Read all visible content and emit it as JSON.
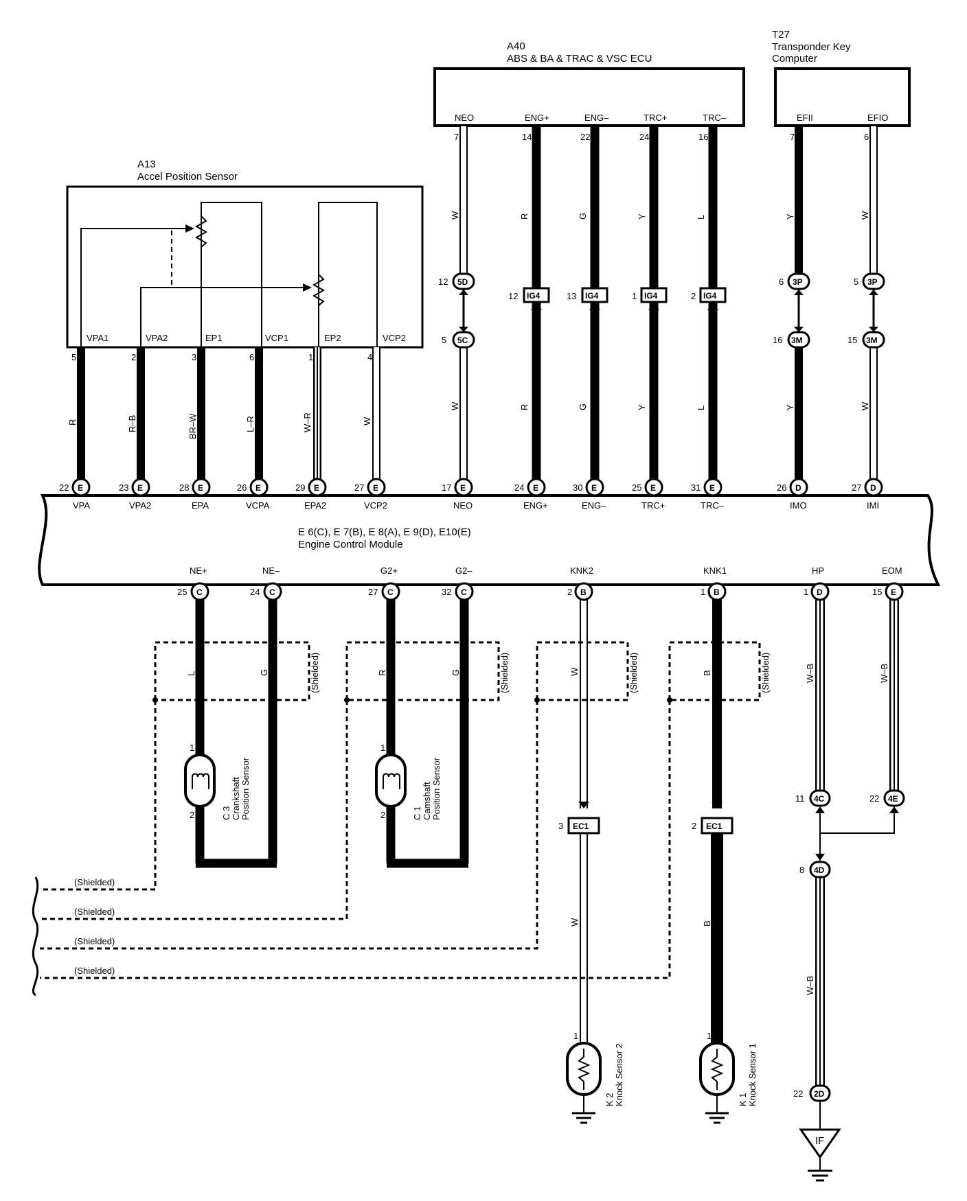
{
  "components": {
    "a40": {
      "id": "A40",
      "name": "ABS & BA & TRAC & VSC ECU"
    },
    "t27": {
      "id": "T27",
      "name_line1": "Transponder Key",
      "name_line2": "Computer"
    },
    "a13": {
      "id": "A13",
      "name": "Accel Position Sensor"
    },
    "ecm": {
      "id": "E 6(C), E 7(B), E 8(A), E 9(D), E10(E)",
      "name": "Engine Control Module"
    },
    "c3": {
      "id": "C 3",
      "name_line1": "Crankshaft",
      "name_line2": "Position Sensor"
    },
    "c1": {
      "id": "C 1",
      "name_line1": "Camshaft",
      "name_line2": "Position Sensor"
    },
    "k2": {
      "id": "K 2",
      "name": "Knock Sensor 2"
    },
    "k1": {
      "id": "K 1",
      "name": "Knock Sensor 1"
    },
    "ground": {
      "label": "IF"
    }
  },
  "a40_pins": [
    {
      "pin": "7",
      "label": "NEO"
    },
    {
      "pin": "14",
      "label": "ENG+"
    },
    {
      "pin": "22",
      "label": "ENG–"
    },
    {
      "pin": "24",
      "label": "TRC+"
    },
    {
      "pin": "16",
      "label": "TRC–"
    }
  ],
  "t27_pins": [
    {
      "pin": "7",
      "label": "EFII"
    },
    {
      "pin": "6",
      "label": "EFIO"
    }
  ],
  "a13_pins": [
    {
      "pin": "5",
      "label": "VPA1"
    },
    {
      "pin": "2",
      "label": "VPA2"
    },
    {
      "pin": "3",
      "label": "EP1"
    },
    {
      "pin": "6",
      "label": "VCP1"
    },
    {
      "pin": "1",
      "label": "EP2"
    },
    {
      "pin": "4",
      "label": "VCP2"
    }
  ],
  "ecm_top_pins": [
    {
      "pin": "22",
      "conn": "E",
      "label": "VPA"
    },
    {
      "pin": "23",
      "conn": "E",
      "label": "VPA2"
    },
    {
      "pin": "28",
      "conn": "E",
      "label": "EPA"
    },
    {
      "pin": "26",
      "conn": "E",
      "label": "VCPA"
    },
    {
      "pin": "29",
      "conn": "E",
      "label": "EPA2"
    },
    {
      "pin": "27",
      "conn": "E",
      "label": "VCP2"
    },
    {
      "pin": "17",
      "conn": "E",
      "label": "NEO"
    },
    {
      "pin": "24",
      "conn": "E",
      "label": "ENG+"
    },
    {
      "pin": "30",
      "conn": "E",
      "label": "ENG–"
    },
    {
      "pin": "25",
      "conn": "E",
      "label": "TRC+"
    },
    {
      "pin": "31",
      "conn": "E",
      "label": "TRC–"
    },
    {
      "pin": "26",
      "conn": "D",
      "label": "IMO"
    },
    {
      "pin": "27",
      "conn": "D",
      "label": "IMI"
    }
  ],
  "ecm_bottom_pins": [
    {
      "pin": "25",
      "conn": "C",
      "label": "NE+"
    },
    {
      "pin": "24",
      "conn": "C",
      "label": "NE–"
    },
    {
      "pin": "27",
      "conn": "C",
      "label": "G2+"
    },
    {
      "pin": "32",
      "conn": "C",
      "label": "G2–"
    },
    {
      "pin": "2",
      "conn": "B",
      "label": "KNK2"
    },
    {
      "pin": "1",
      "conn": "B",
      "label": "KNK1"
    },
    {
      "pin": "1",
      "conn": "D",
      "label": "HP"
    },
    {
      "pin": "15",
      "conn": "E",
      "label": "EOM"
    }
  ],
  "wire_colors": {
    "vpa": "R",
    "vpa2": "R–B",
    "epa": "BR–W",
    "vcpa": "L–R",
    "epa2": "W–R",
    "vcp2": "W",
    "neo": "W",
    "engp": "R",
    "engm": "G",
    "trcp": "Y",
    "trcm": "L",
    "imo": "Y",
    "imi": "W",
    "nep": "L",
    "nem": "G",
    "g2p": "R",
    "g2m": "G",
    "knk2": "W",
    "knk1": "B",
    "hp": "W–B",
    "eom": "W–B",
    "hp_lower": "W–B"
  },
  "junctions": {
    "neo_upper": {
      "pin": "12",
      "conn": "5D"
    },
    "neo_lower": {
      "pin": "5",
      "conn": "5C"
    },
    "engp": {
      "pin": "12",
      "conn": "IG4"
    },
    "engm": {
      "pin": "13",
      "conn": "IG4"
    },
    "trcp": {
      "pin": "1",
      "conn": "IG4"
    },
    "trcm": {
      "pin": "2",
      "conn": "IG4"
    },
    "imo_upper": {
      "pin": "6",
      "conn": "3P"
    },
    "imo_lower": {
      "pin": "16",
      "conn": "3M"
    },
    "imi_upper": {
      "pin": "5",
      "conn": "3P"
    },
    "imi_lower": {
      "pin": "15",
      "conn": "3M"
    },
    "knk2": {
      "pin": "3",
      "conn": "EC1"
    },
    "knk1": {
      "pin": "2",
      "conn": "EC1"
    },
    "hp": {
      "pin": "11",
      "conn": "4C"
    },
    "eom": {
      "pin": "22",
      "conn": "4E"
    },
    "hp_join": {
      "pin": "8",
      "conn": "4D"
    },
    "ground_j": {
      "pin": "22",
      "conn": "2D"
    }
  },
  "sensor_pins": {
    "c3_top": "1",
    "c3_bottom": "2",
    "c1_top": "1",
    "c1_bottom": "2",
    "k2_pin": "1",
    "k1_pin": "1"
  },
  "shield_label": "(Shielded)"
}
